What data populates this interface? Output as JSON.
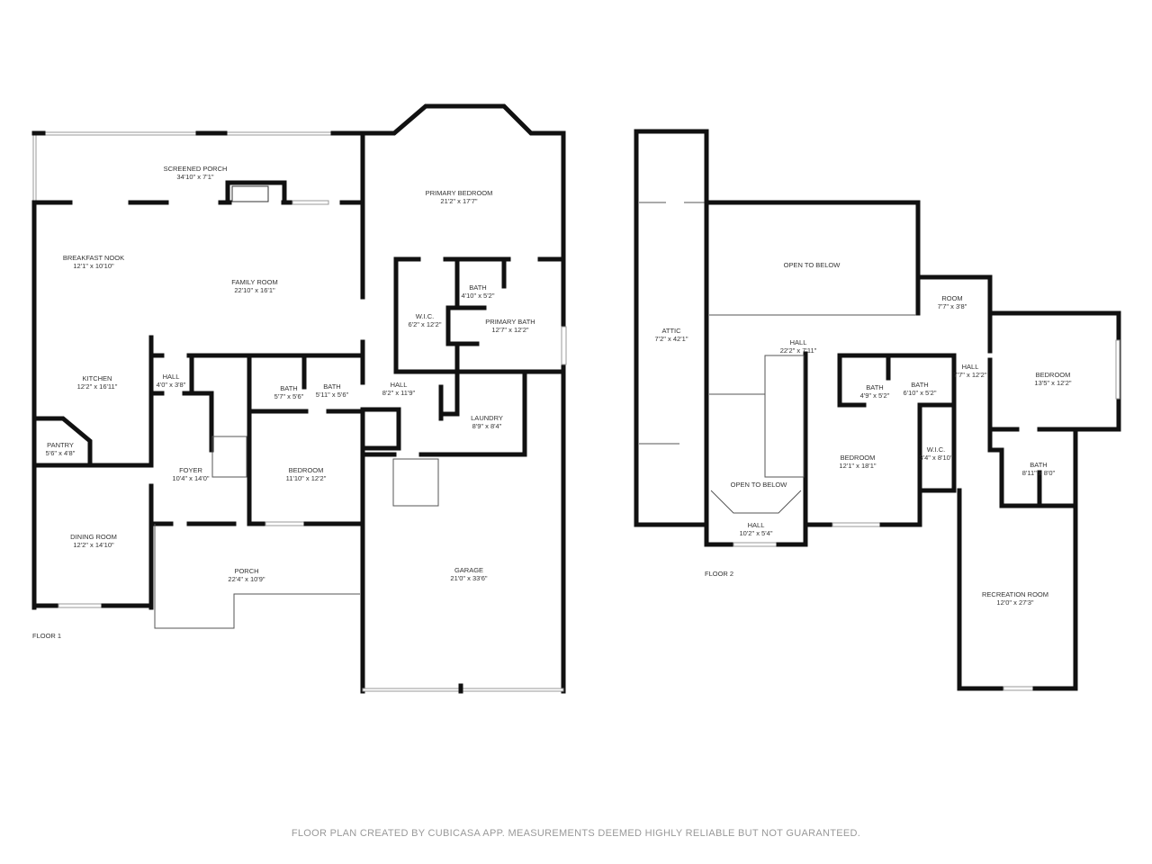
{
  "floor1": {
    "label": "FLOOR 1",
    "rooms": [
      {
        "name": "SCREENED PORCH",
        "dims": "34'10\" x 7'1\""
      },
      {
        "name": "PRIMARY BEDROOM",
        "dims": "21'2\" x 17'7\""
      },
      {
        "name": "BREAKFAST NOOK",
        "dims": "12'1\" x 10'10\""
      },
      {
        "name": "FAMILY ROOM",
        "dims": "22'10\" x 16'1\""
      },
      {
        "name": "BATH",
        "dims": "4'10\" x 5'2\""
      },
      {
        "name": "W.I.C.",
        "dims": "6'2\" x 12'2\""
      },
      {
        "name": "PRIMARY BATH",
        "dims": "12'7\" x 12'2\""
      },
      {
        "name": "HALL",
        "dims": "4'0\" x 3'8\""
      },
      {
        "name": "KITCHEN",
        "dims": "12'2\" x 16'11\""
      },
      {
        "name": "BATH",
        "dims": "5'7\" x 5'6\""
      },
      {
        "name": "BATH",
        "dims": "5'11\" x 5'6\""
      },
      {
        "name": "HALL",
        "dims": "8'2\" x 11'9\""
      },
      {
        "name": "LAUNDRY",
        "dims": "8'9\" x 8'4\""
      },
      {
        "name": "PANTRY",
        "dims": "5'6\" x 4'8\""
      },
      {
        "name": "FOYER",
        "dims": "10'4\" x 14'0\""
      },
      {
        "name": "BEDROOM",
        "dims": "11'10\" x 12'2\""
      },
      {
        "name": "DINING ROOM",
        "dims": "12'2\" x 14'10\""
      },
      {
        "name": "PORCH",
        "dims": "22'4\" x 10'9\""
      },
      {
        "name": "GARAGE",
        "dims": "21'0\" x 33'6\""
      }
    ]
  },
  "floor2": {
    "label": "FLOOR 2",
    "rooms": [
      {
        "name": "OPEN TO BELOW",
        "dims": ""
      },
      {
        "name": "ROOM",
        "dims": "7'7\" x 3'8\""
      },
      {
        "name": "ATTIC",
        "dims": "7'2\" x 42'1\""
      },
      {
        "name": "HALL",
        "dims": "22'2\" x 7'11\""
      },
      {
        "name": "BATH",
        "dims": "4'9\" x 5'2\""
      },
      {
        "name": "BATH",
        "dims": "6'10\" x 5'2\""
      },
      {
        "name": "HALL",
        "dims": "7'7\" x 12'2\""
      },
      {
        "name": "BEDROOM",
        "dims": "13'5\" x 12'2\""
      },
      {
        "name": "BEDROOM",
        "dims": "12'1\" x 18'1\""
      },
      {
        "name": "W.I.C.",
        "dims": "3'4\" x 8'10\""
      },
      {
        "name": "BATH",
        "dims": "8'11\" x 8'0\""
      },
      {
        "name": "OPEN TO BELOW",
        "dims": ""
      },
      {
        "name": "HALL",
        "dims": "10'2\" x 5'4\""
      },
      {
        "name": "RECREATION ROOM",
        "dims": "12'0\" x 27'3\""
      }
    ]
  },
  "footer": "FLOOR PLAN CREATED BY CUBICASA APP. MEASUREMENTS DEEMED HIGHLY RELIABLE BUT NOT GUARANTEED."
}
